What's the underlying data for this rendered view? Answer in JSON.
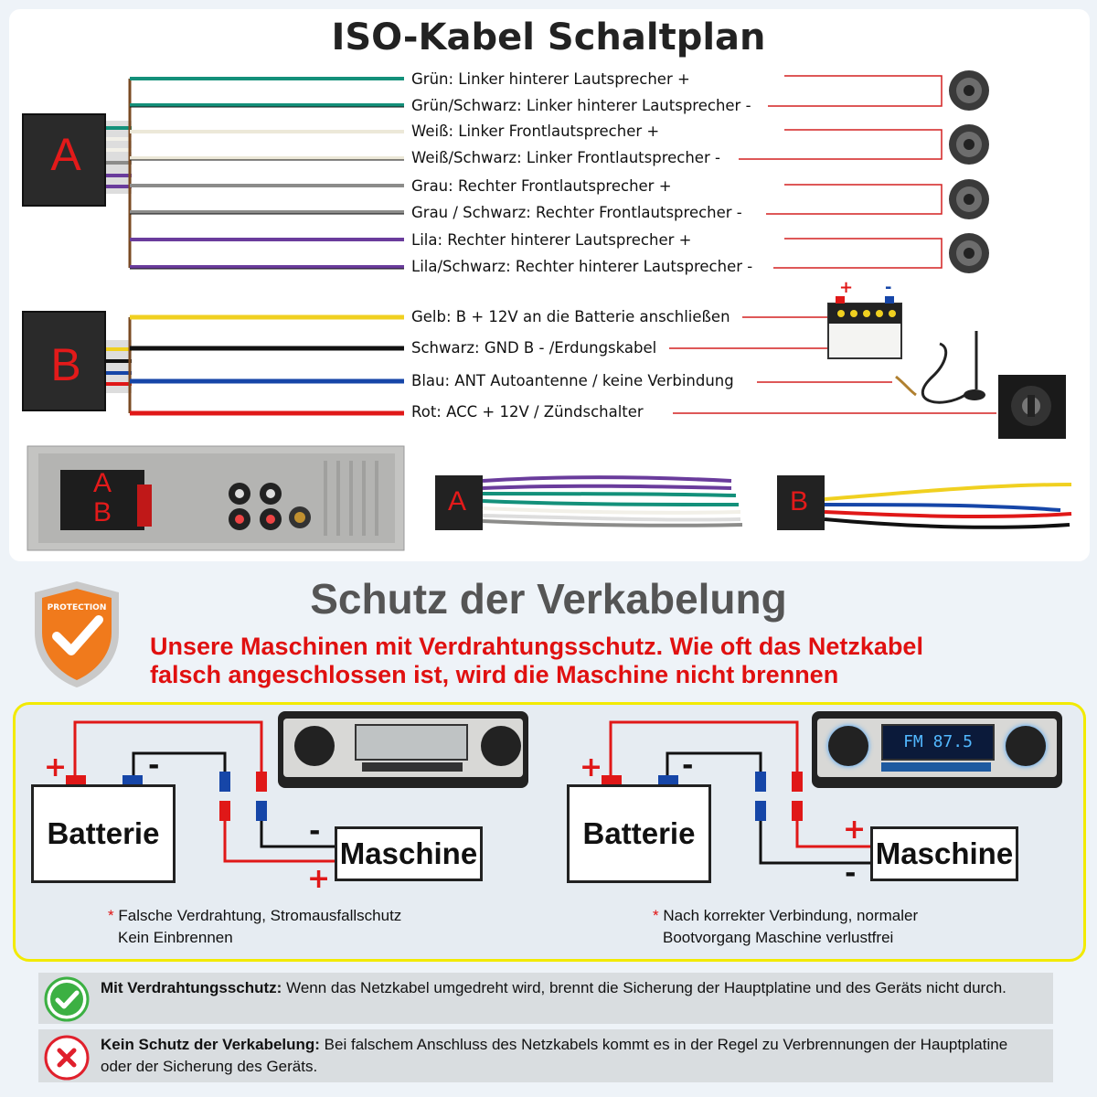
{
  "header": {
    "title": "ISO-Kabel Schaltplan"
  },
  "connectors": {
    "a": "A",
    "b": "B"
  },
  "wires_a": [
    {
      "label": "Grün: Linker hinterer Lautsprecher +",
      "color": "#13907a"
    },
    {
      "label": "Grün/Schwarz: Linker hinterer Lautsprecher -",
      "color": "#13907a"
    },
    {
      "label": "Weiß: Linker Frontlautsprecher +",
      "color": "#f2f0e8"
    },
    {
      "label": "Weiß/Schwarz: Linker Frontlautsprecher -",
      "color": "#f2f0e8"
    },
    {
      "label": "Grau: Rechter Frontlautsprecher +",
      "color": "#8c8c8a"
    },
    {
      "label": "Grau / Schwarz: Rechter Frontlautsprecher -",
      "color": "#8c8c8a"
    },
    {
      "label": "Lila: Rechter hinterer Lautsprecher +",
      "color": "#6a3c9c"
    },
    {
      "label": "Lila/Schwarz: Rechter hinterer Lautsprecher -",
      "color": "#6a3c9c"
    }
  ],
  "wires_b": [
    {
      "label": "Gelb: B + 12V an die Batterie anschließen",
      "color": "#f0d020"
    },
    {
      "label": "Schwarz: GND B - /Erdungskabel",
      "color": "#111111"
    },
    {
      "label": "Blau: ANT Autoantenne / keine Verbindung",
      "color": "#1646a8"
    },
    {
      "label": "Rot: ACC + 12V / Zündschalter",
      "color": "#e01818"
    }
  ],
  "battery_icon": {
    "plus": "+",
    "minus": "-"
  },
  "unit_connectors": {
    "a": "A",
    "b": "B"
  },
  "protection": {
    "badge": "PROTECTION",
    "title": "Schutz der Verkabelung",
    "red_line1": "Unsere Maschinen mit Verdrahtungsschutz. Wie oft das Netzkabel",
    "red_line2": "falsch angeschlossen ist, wird die Maschine nicht brennen"
  },
  "left_diagram": {
    "battery": "Batterie",
    "machine": "Maschine",
    "plus": "+",
    "minus": "-",
    "note_star": "*",
    "note_line1": "Falsche Verdrahtung, Stromausfallschutz",
    "note_line2": "Kein Einbrennen"
  },
  "right_diagram": {
    "battery": "Batterie",
    "machine": "Maschine",
    "plus": "+",
    "minus": "-",
    "display": "FM  87.5",
    "note_star": "*",
    "note_line1": "Nach korrekter Verbindung, normaler",
    "note_line2": "Bootvorgang Maschine verlustfrei"
  },
  "info": [
    {
      "bold": "Mit Verdrahtungsschutz:",
      "text": " Wenn das Netzkabel umgedreht wird, brennt die Sicherung der Hauptplatine und des Geräts nicht durch.",
      "icon": "check-icon",
      "color": "#3cb043"
    },
    {
      "bold": "Kein Schutz der Verkabelung:",
      "text": " Bei falschem Anschluss des Netzkabels kommt es in der Regel zu Verbrennungen der Hauptplatine oder der Sicherung des Geräts.",
      "icon": "cross-icon",
      "color": "#e0202c"
    }
  ]
}
